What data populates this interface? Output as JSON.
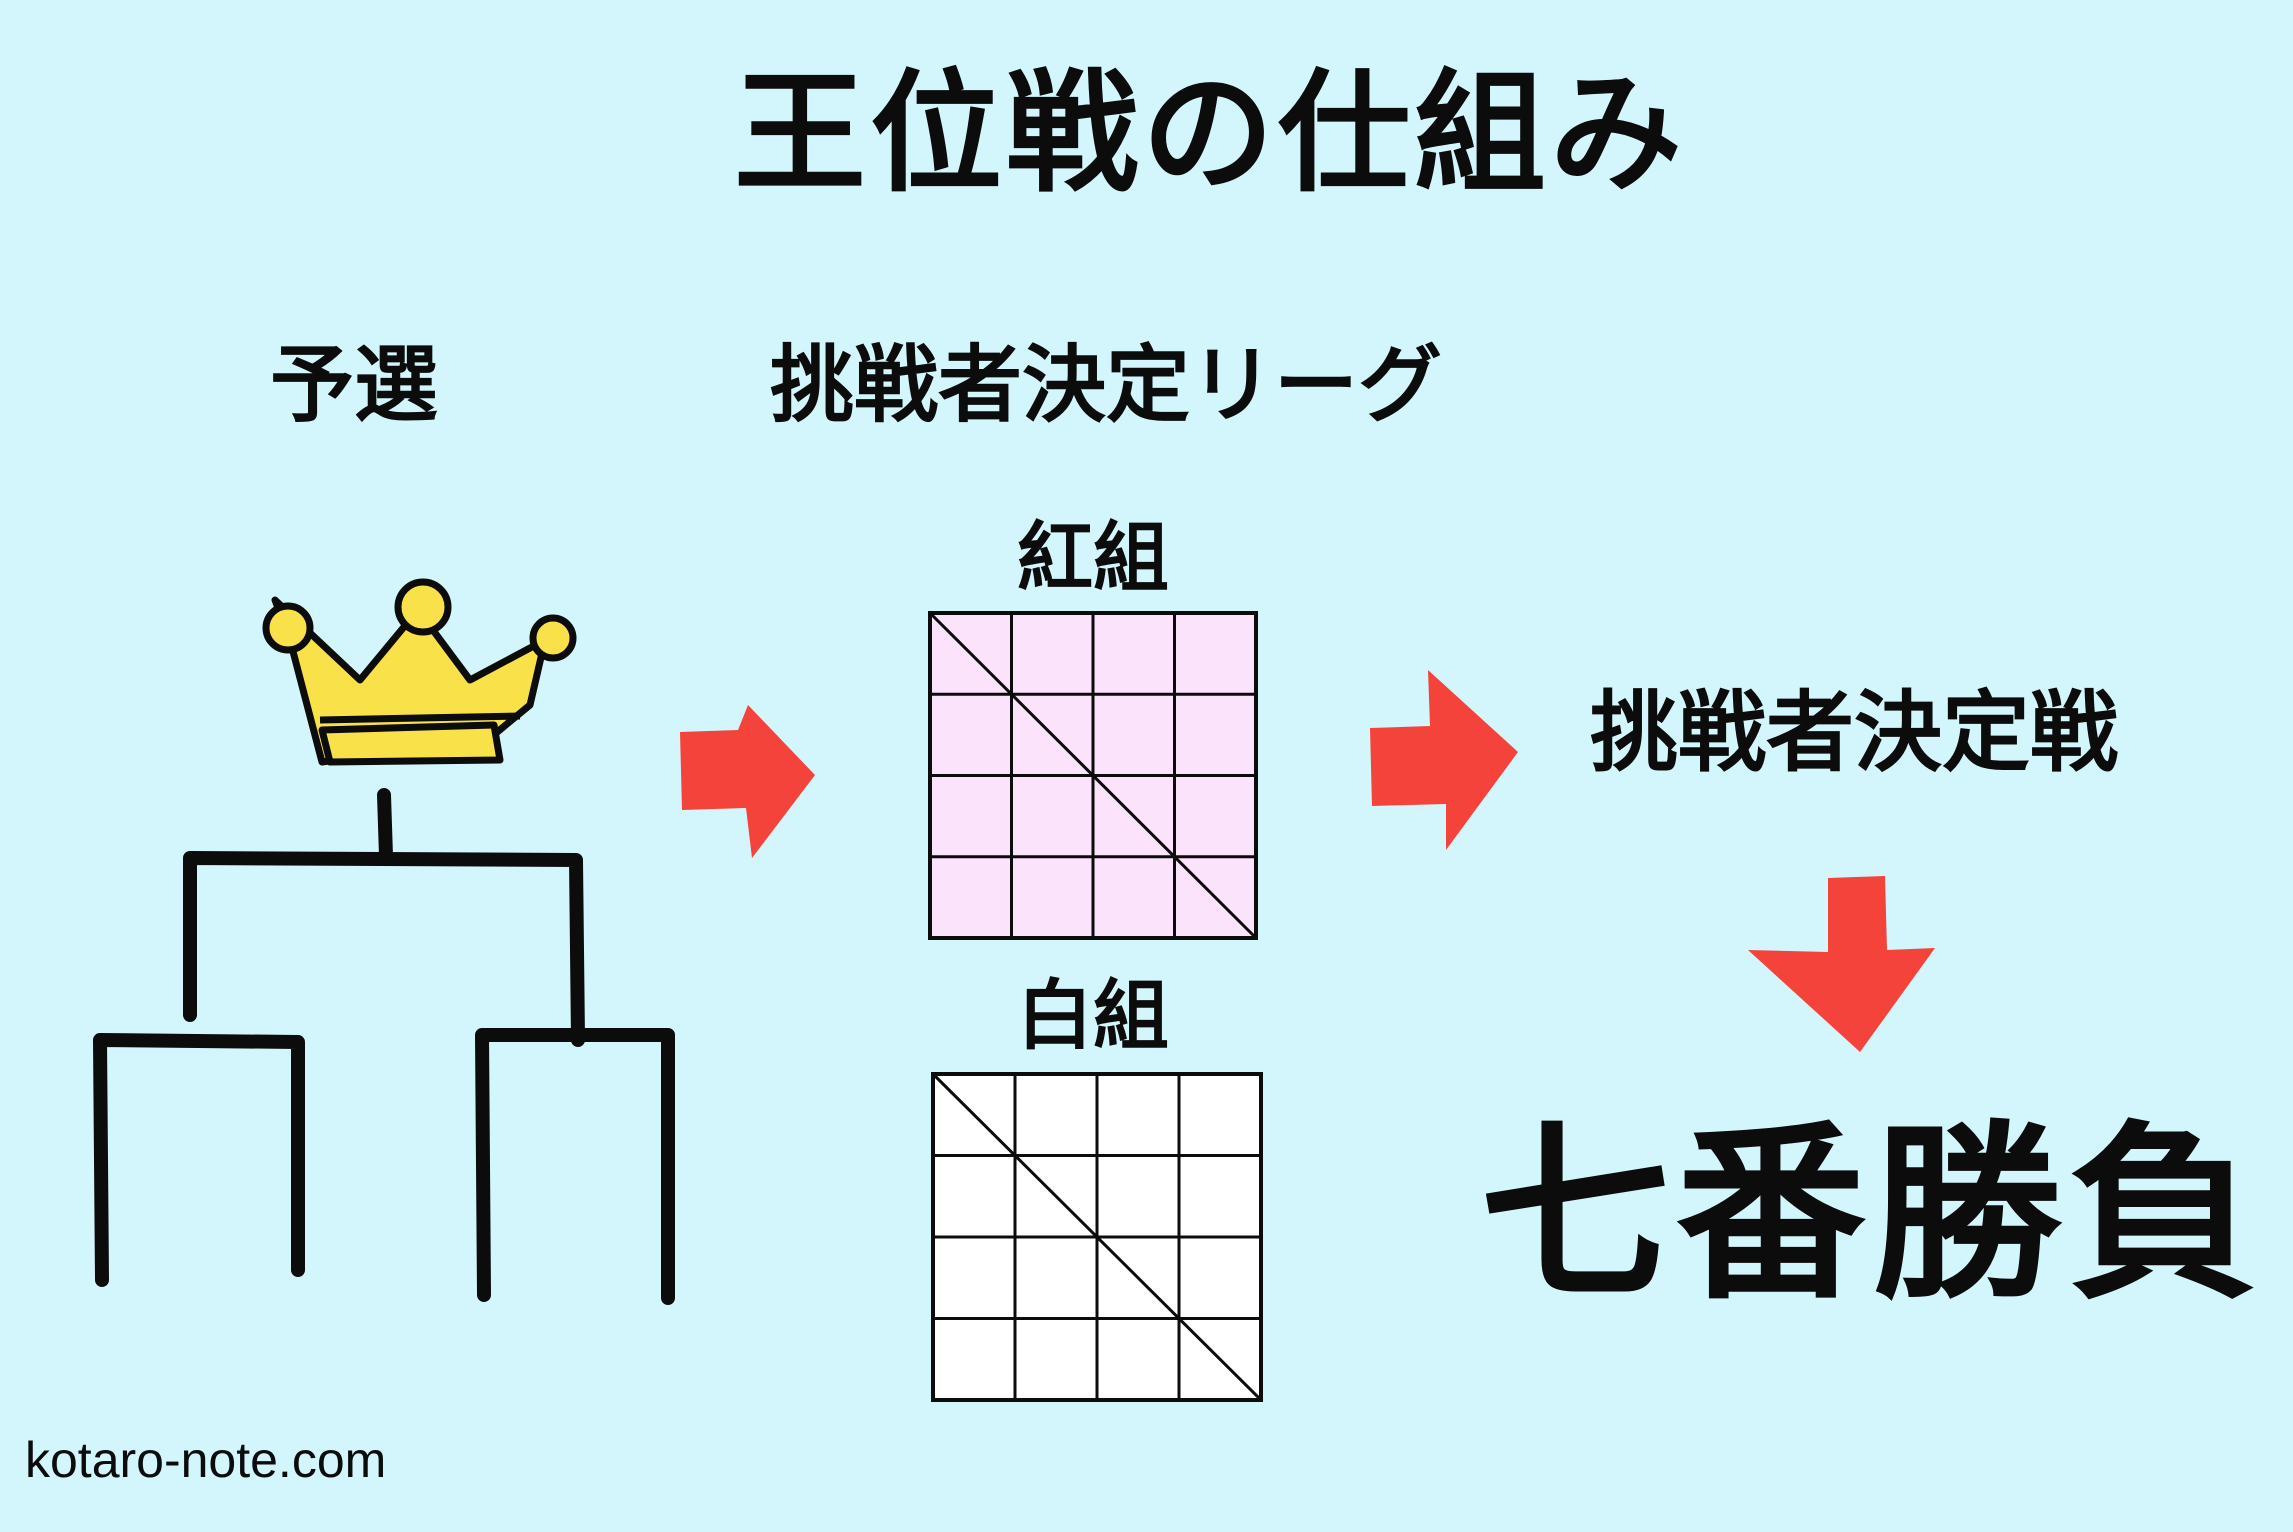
{
  "title": "王位戦の仕組み",
  "sections": {
    "preliminary": "予選",
    "league": "挑戦者決定リーグ"
  },
  "league_groups": {
    "red": {
      "label": "紅組",
      "fill": "#fbe3fb",
      "size": 4
    },
    "white": {
      "label": "白組",
      "fill": "#ffffff",
      "size": 4
    }
  },
  "stages": {
    "challenger_match": "挑戦者決定戦",
    "title_match": "七番勝負"
  },
  "footer": {
    "site": "kotaro-note.com"
  },
  "colors": {
    "background": "#d3f6fd",
    "arrow": "#f4433b",
    "crown": "#f9e14a",
    "line": "#0c0c0c"
  },
  "icons": [
    "crown-icon",
    "tournament-bracket",
    "right-arrow-icon",
    "down-arrow-icon"
  ]
}
